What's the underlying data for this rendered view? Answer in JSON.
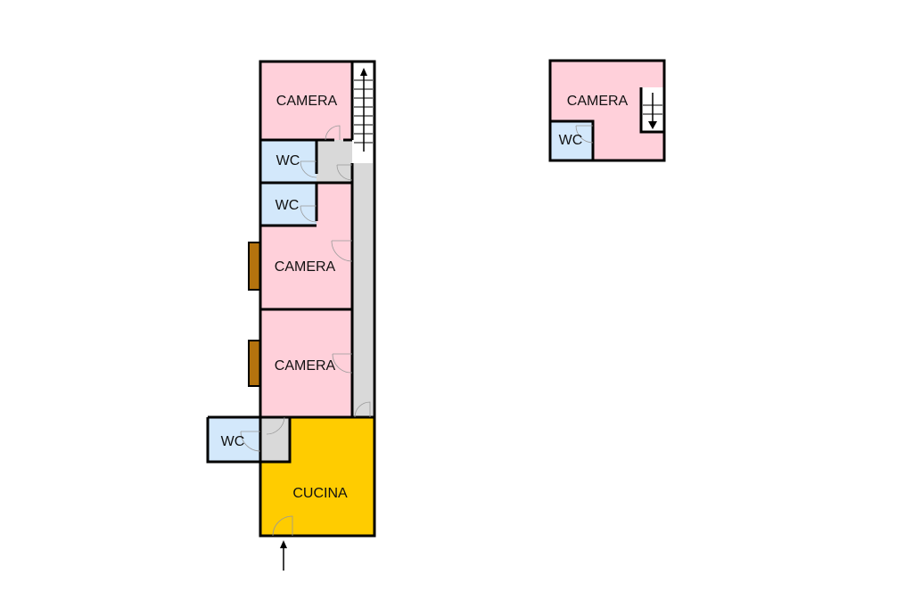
{
  "colors": {
    "camera": "#ffd0da",
    "wc": "#d3e8fb",
    "cucina": "#ffcc00",
    "corridor": "#d9d9d9",
    "window_box": "#b5730e"
  },
  "ground_floor": {
    "rooms": [
      {
        "label": "CAMERA"
      },
      {
        "label": "WC"
      },
      {
        "label": "WC"
      },
      {
        "label": "CAMERA"
      },
      {
        "label": "CAMERA"
      },
      {
        "label": "WC"
      },
      {
        "label": "CUCINA"
      }
    ]
  },
  "upper_floor": {
    "rooms": [
      {
        "label": "CAMERA"
      },
      {
        "label": "WC"
      }
    ]
  }
}
